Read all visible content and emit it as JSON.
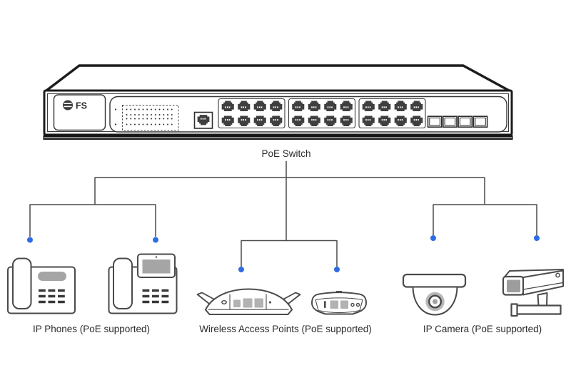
{
  "title": "PoE Switch network topology diagram",
  "colors": {
    "background": "#ffffff",
    "line": "#4a4a4a",
    "poe_dot_blue": "#2e6ce5",
    "device_gray": "#b2b2b2",
    "port_dark": "#3f3f3f"
  },
  "switch": {
    "brand": "FS",
    "label": "PoE Switch",
    "rj45_port_groups": 3,
    "rj45_ports_per_group": 8,
    "rj45_port_total": 24,
    "sfp_ports": 4,
    "console_ports": 1
  },
  "groups": [
    {
      "id": "ip-phones",
      "label": "IP Phones (PoE supported)",
      "devices": [
        "ip-phone-basic",
        "ip-phone-video"
      ]
    },
    {
      "id": "wireless-aps",
      "label": "Wireless Access Points (PoE supported)",
      "devices": [
        "wireless-ap-wing",
        "wireless-ap-ceiling"
      ]
    },
    {
      "id": "ip-cameras",
      "label": "IP Camera (PoE supported)",
      "devices": [
        "dome-camera",
        "bullet-camera"
      ]
    }
  ]
}
